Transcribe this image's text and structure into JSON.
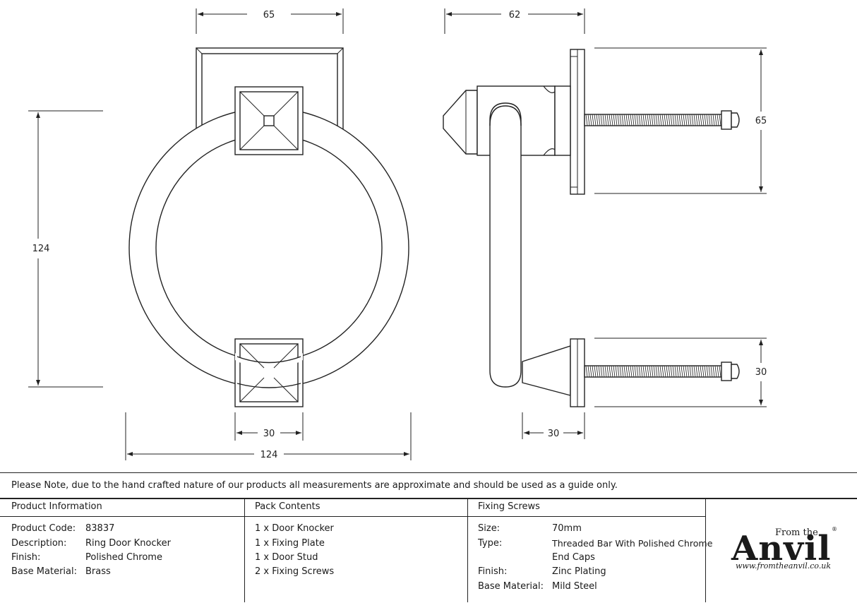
{
  "dimensions": {
    "front_width": "65",
    "front_height": "124",
    "ring_width": "124",
    "base_width": "30",
    "side_depth": "62",
    "side_plate_height": "65",
    "side_stud_height": "30",
    "side_stud_depth": "30"
  },
  "note": "Please Note, due to the hand crafted nature of our products all measurements are approximate and should be used as a guide only.",
  "product_information": {
    "heading": "Product Information",
    "rows": [
      {
        "label": "Product Code:",
        "value": "83837"
      },
      {
        "label": "Description:",
        "value": "Ring Door Knocker"
      },
      {
        "label": "Finish:",
        "value": "Polished Chrome"
      },
      {
        "label": "Base Material:",
        "value": "Brass"
      }
    ]
  },
  "pack_contents": {
    "heading": "Pack Contents",
    "items": [
      "1 x Door Knocker",
      "1 x Fixing Plate",
      "1 x Door Stud",
      "2 x Fixing Screws"
    ]
  },
  "fixing_screws": {
    "heading": "Fixing Screws",
    "rows": [
      {
        "label": "Size:",
        "value": "70mm"
      },
      {
        "label": "Type:",
        "value": "Threaded Bar With Polished Chrome"
      },
      {
        "label": "",
        "value": "End Caps"
      },
      {
        "label": "Finish:",
        "value": "Zinc Plating"
      },
      {
        "label": "Base Material:",
        "value": "Mild Steel"
      }
    ]
  },
  "logo": {
    "from": "From the",
    "brand": "Anvil",
    "url": "www.fromtheanvil.co.uk",
    "reg": "®"
  }
}
